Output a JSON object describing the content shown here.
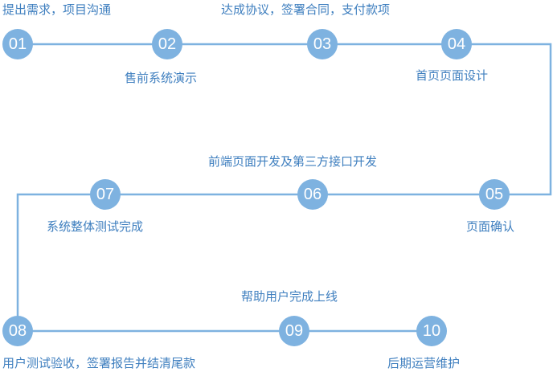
{
  "accent_color": "#7eb2e0",
  "line_color": "#7eb2e0",
  "label_color": "#3f7fbf",
  "steps": [
    {
      "number": "01",
      "label": "提出需求，项目沟通"
    },
    {
      "number": "02",
      "label": "售前系统演示"
    },
    {
      "number": "03",
      "label": "达成协议，签署合同，支付款项"
    },
    {
      "number": "04",
      "label": "首页页面设计"
    },
    {
      "number": "05",
      "label": "页面确认"
    },
    {
      "number": "06",
      "label": "前端页面开发及第三方接口开发"
    },
    {
      "number": "07",
      "label": "系统整体测试完成"
    },
    {
      "number": "08",
      "label": "用户测试验收，签署报告并结清尾款"
    },
    {
      "number": "09",
      "label": "帮助用户完成上线"
    },
    {
      "number": "10",
      "label": "后期运营维护"
    }
  ]
}
